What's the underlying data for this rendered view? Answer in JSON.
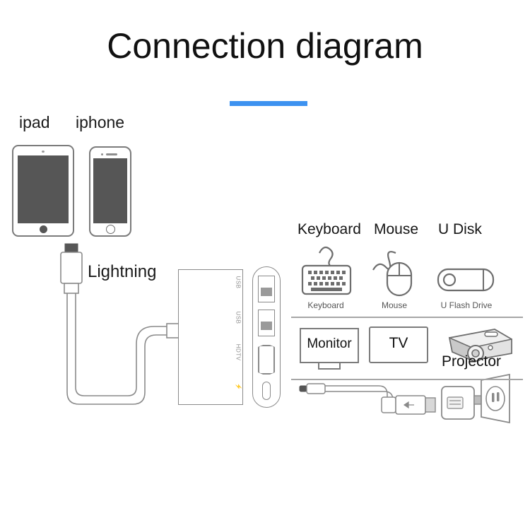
{
  "page": {
    "title": "Connection diagram",
    "accent_color": "#3d92f0",
    "background": "#ffffff",
    "outline_color": "#7b7b7b",
    "screen_fill": "#565656"
  },
  "sources": {
    "ipad_label": "ipad",
    "iphone_label": "iphone"
  },
  "cable": {
    "lightning_label": "Lightning"
  },
  "hub": {
    "port_labels": [
      "USB",
      "USB",
      "HDTV",
      "⚡"
    ],
    "ports": [
      {
        "name": "usb-a-port-1",
        "type": "USB"
      },
      {
        "name": "usb-a-port-2",
        "type": "USB"
      },
      {
        "name": "hdmi-port",
        "type": "HDTV"
      },
      {
        "name": "power-port",
        "type": "⚡"
      }
    ]
  },
  "peripherals": {
    "headings": [
      "Keyboard",
      "Mouse",
      "U Disk"
    ],
    "captions": [
      "Keyboard",
      "Mouse",
      "U Flash Drive"
    ]
  },
  "displays": {
    "monitor": "Monitor",
    "tv": "TV",
    "projector": "Projector"
  }
}
